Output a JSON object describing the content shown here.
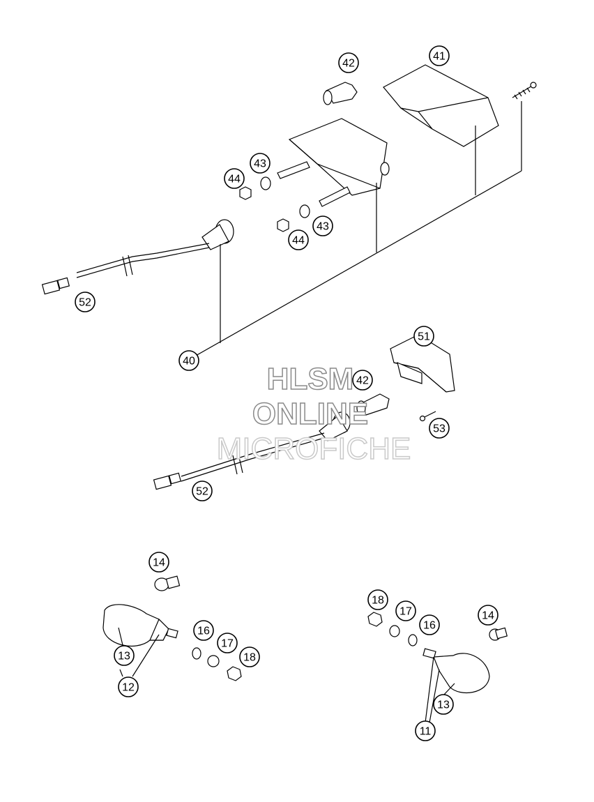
{
  "watermark": {
    "line1": "HLSM",
    "line2": "ONLINE",
    "line3": "MICROFICHE"
  },
  "callouts": [
    {
      "id": "c42a",
      "label": "42"
    },
    {
      "id": "c41",
      "label": "41"
    },
    {
      "id": "c43a",
      "label": "43"
    },
    {
      "id": "c44a",
      "label": "44"
    },
    {
      "id": "c43b",
      "label": "43"
    },
    {
      "id": "c44b",
      "label": "44"
    },
    {
      "id": "c52a",
      "label": "52"
    },
    {
      "id": "c40",
      "label": "40"
    },
    {
      "id": "c51",
      "label": "51"
    },
    {
      "id": "c42b",
      "label": "42"
    },
    {
      "id": "c53",
      "label": "53"
    },
    {
      "id": "c52b",
      "label": "52"
    },
    {
      "id": "c14a",
      "label": "14"
    },
    {
      "id": "c16a",
      "label": "16"
    },
    {
      "id": "c17a",
      "label": "17"
    },
    {
      "id": "c18a",
      "label": "18"
    },
    {
      "id": "c13a",
      "label": "13"
    },
    {
      "id": "c12",
      "label": "12"
    },
    {
      "id": "c18b",
      "label": "18"
    },
    {
      "id": "c17b",
      "label": "17"
    },
    {
      "id": "c16b",
      "label": "16"
    },
    {
      "id": "c14b",
      "label": "14"
    },
    {
      "id": "c13b",
      "label": "13"
    },
    {
      "id": "c11",
      "label": "11"
    }
  ]
}
